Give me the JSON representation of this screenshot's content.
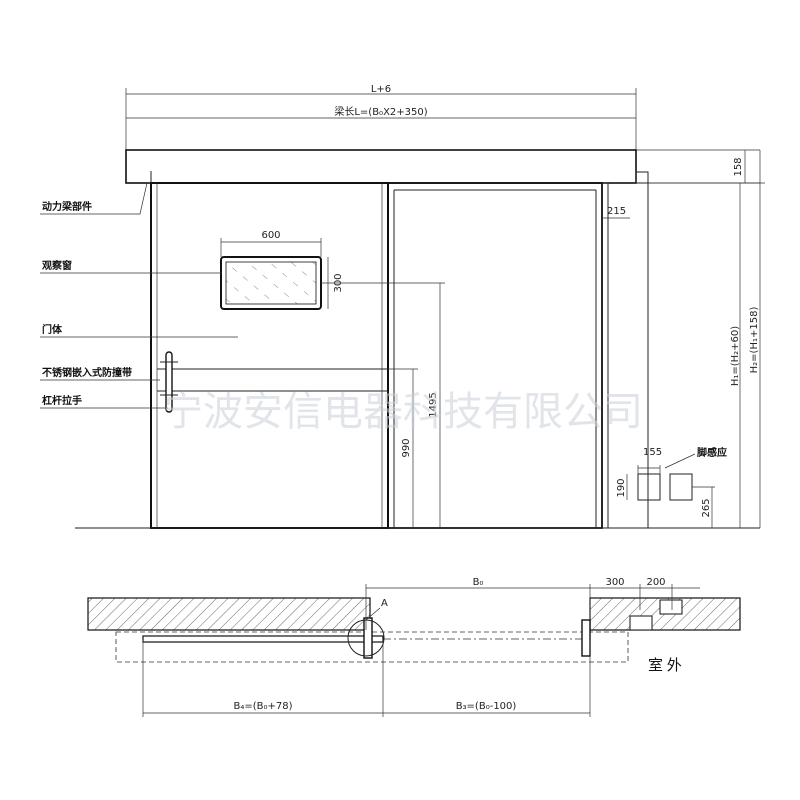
{
  "dimensions": {
    "overall_width": "L+6",
    "beam_length": "梁长L=(B₀X2+350)",
    "window_width": "600",
    "window_height": "300",
    "header_height": "158",
    "jamb_width": "215",
    "handle_height": "1495",
    "guard_strip_height": "990",
    "h1": "H₁=(H₂+60)",
    "h2": "H₂=(H₁+158)",
    "sensor_width": "155",
    "sensor_height": "190",
    "sensor_elevation": "265",
    "b0": "B₀",
    "offset_300": "300",
    "offset_200": "200",
    "b4": "B₄=(B₀+78)",
    "b3": "B₃=(B₀-100)",
    "detail_mark": "A"
  },
  "labels": {
    "power_beam": "动力梁部件",
    "observation_window": "观察窗",
    "door_body": "门体",
    "guard_strip": "不锈钢嵌入式防撞带",
    "lever_handle": "杠杆拉手",
    "foot_sensor": "脚感应",
    "outdoor": "室 外"
  },
  "watermark": "宁波安信电器科技有限公司"
}
